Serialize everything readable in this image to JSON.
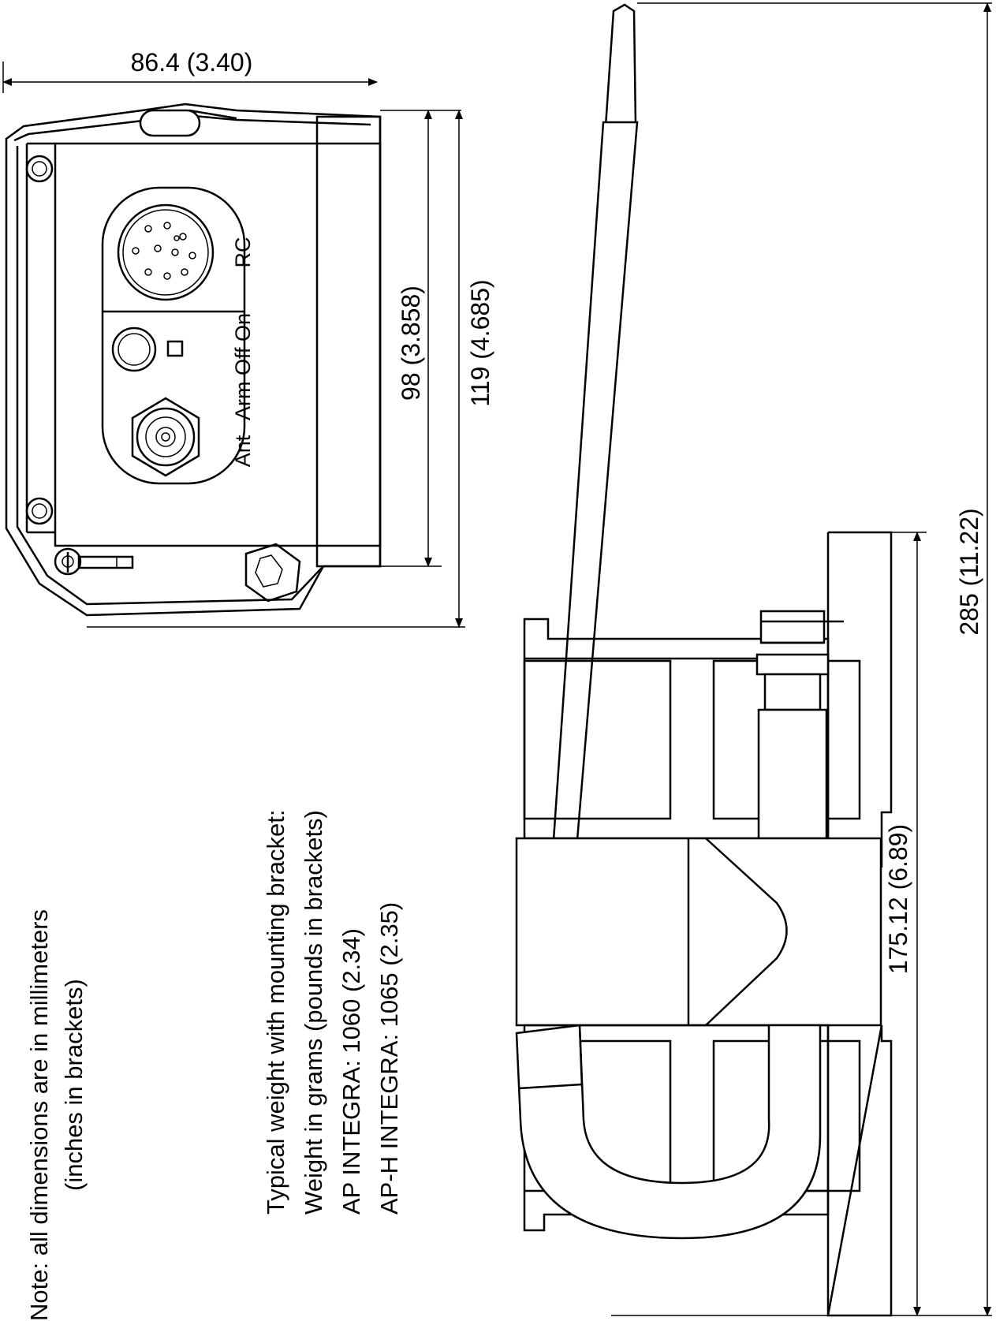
{
  "dimensions": {
    "width_top": "86.4 (3.40)",
    "height_98": "98 (3.858)",
    "height_119": "119 (4.685)",
    "height_285": "285 (11.22)",
    "height_175": "175.12 (6.89)"
  },
  "panel_labels": {
    "rc": "RC",
    "arm_off_on": "Arm Off On",
    "ant": "Ant"
  },
  "note": {
    "line1": "Note: all dimensions are in millimeters",
    "line2": "(inches in brackets)"
  },
  "weight": {
    "line1": "Typical weight with mounting bracket:",
    "line2": "Weight in grams (pounds in brackets)",
    "line3": "AP INTEGRA: 1060 (2.34)",
    "line4": "AP-H INTEGRA: 1065 (2.35)"
  }
}
